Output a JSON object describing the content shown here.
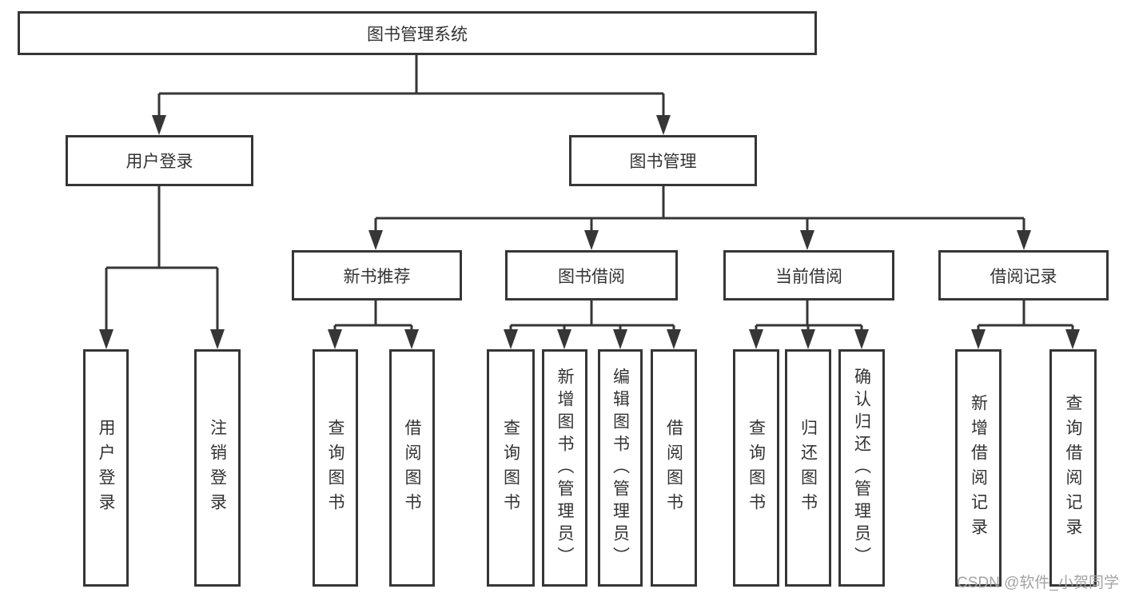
{
  "diagram": {
    "type": "hierarchy-structure-chart",
    "tree": {
      "label": "图书管理系统",
      "children": [
        {
          "label": "用户登录",
          "children": [
            {
              "label": "用户登录"
            },
            {
              "label": "注销登录"
            }
          ]
        },
        {
          "label": "图书管理",
          "children": [
            {
              "label": "新书推荐",
              "children": [
                {
                  "label": "查询图书"
                },
                {
                  "label": "借阅图书"
                }
              ]
            },
            {
              "label": "图书借阅",
              "children": [
                {
                  "label": "查询图书"
                },
                {
                  "label": "新增图书（管理员）"
                },
                {
                  "label": "编辑图书（管理员）"
                },
                {
                  "label": "借阅图书"
                }
              ]
            },
            {
              "label": "当前借阅",
              "children": [
                {
                  "label": "查询图书"
                },
                {
                  "label": "归还图书"
                },
                {
                  "label": "确认归还（管理员）"
                }
              ]
            },
            {
              "label": "借阅记录",
              "children": [
                {
                  "label": "新增借阅记录"
                },
                {
                  "label": "查询借阅记录"
                }
              ]
            }
          ]
        }
      ]
    },
    "colors": {
      "line": "#363636",
      "box_border": "#363636",
      "box_fill": "#ffffff",
      "text": "#333333",
      "watermark_text": "#a3a3a3",
      "background": "#ffffff"
    }
  },
  "watermark": {
    "text": "CSDN @软件_小贺同学"
  }
}
